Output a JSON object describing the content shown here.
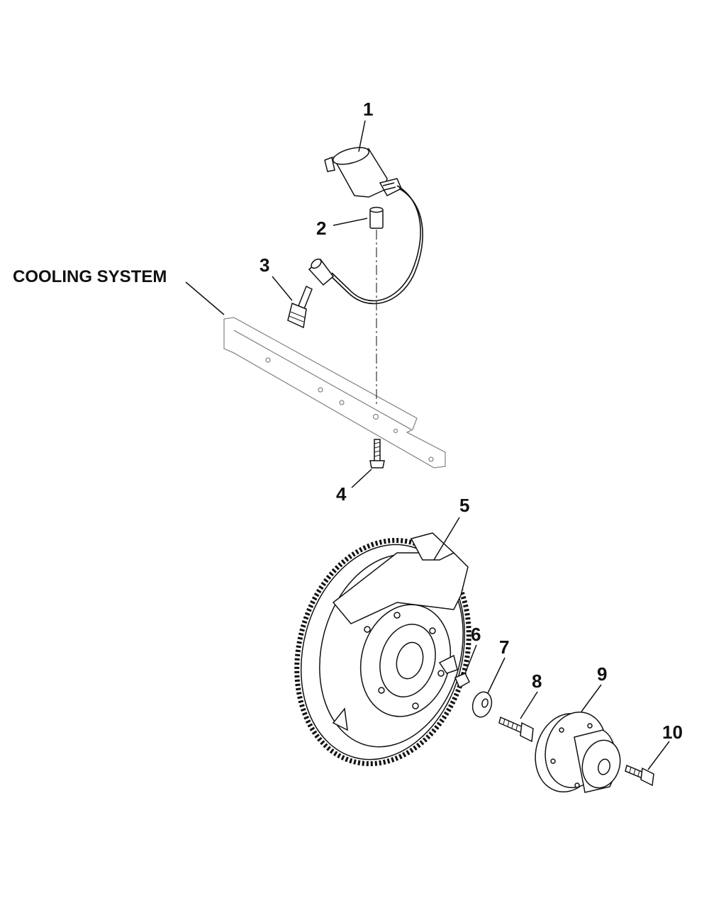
{
  "diagram": {
    "section_label": "COOLING SYSTEM",
    "callouts": [
      {
        "id": "1",
        "text": "1"
      },
      {
        "id": "2",
        "text": "2"
      },
      {
        "id": "3",
        "text": "3"
      },
      {
        "id": "4",
        "text": "4"
      },
      {
        "id": "5",
        "text": "5"
      },
      {
        "id": "6",
        "text": "6"
      },
      {
        "id": "7",
        "text": "7"
      },
      {
        "id": "8",
        "text": "8"
      },
      {
        "id": "9",
        "text": "9"
      },
      {
        "id": "10",
        "text": "10"
      }
    ],
    "parts": [
      {
        "callout": "1",
        "shape": "ignition-coil"
      },
      {
        "callout": "2",
        "shape": "spacer"
      },
      {
        "callout": "3",
        "shape": "spark-plug"
      },
      {
        "callout": "4",
        "shape": "screw"
      },
      {
        "callout": "5",
        "shape": "flywheel"
      },
      {
        "callout": "6",
        "shape": "key"
      },
      {
        "callout": "7",
        "shape": "washer"
      },
      {
        "callout": "8",
        "shape": "bolt"
      },
      {
        "callout": "9",
        "shape": "hub"
      },
      {
        "callout": "10",
        "shape": "bolt"
      }
    ]
  }
}
